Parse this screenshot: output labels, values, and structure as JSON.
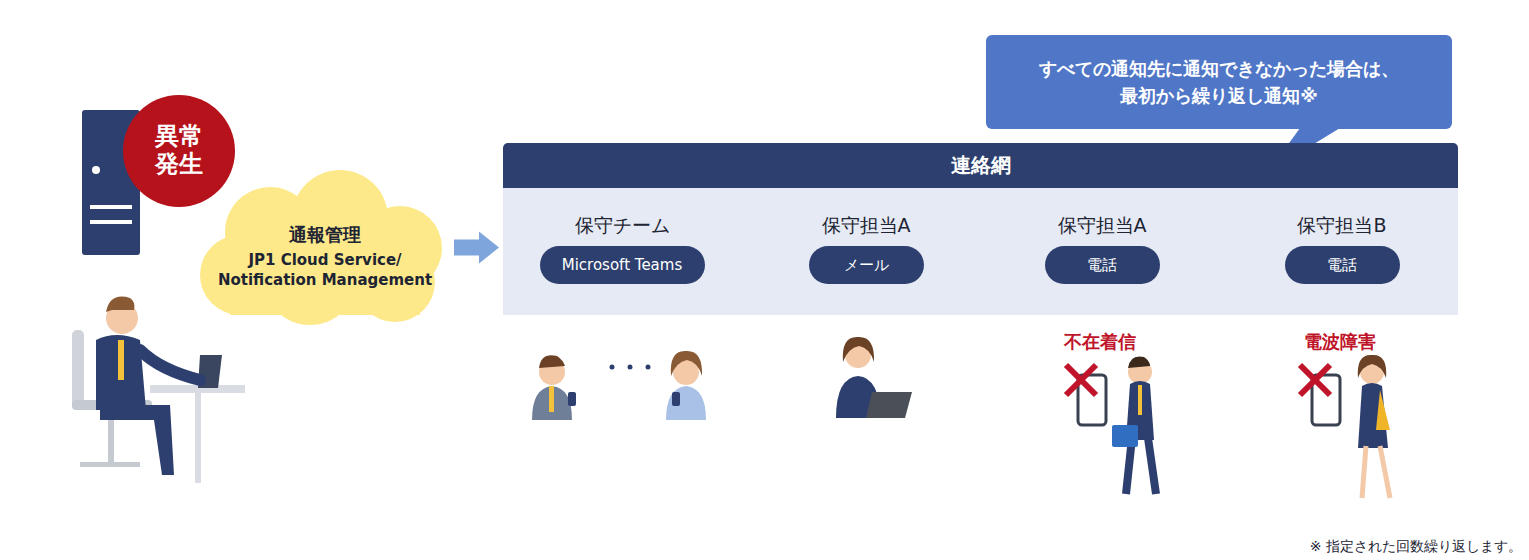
{
  "diagram": {
    "nodes": [
      {
        "text": [
          "異常 発生"
        ]
      },
      {
        "text": [
          "通報管理",
          "JP1 Cloud Service/ Notification Management"
        ]
      },
      {
        "text": [
          "すべての通知先に通知できなかった場合は、 最初から繰り返し通知※"
        ]
      },
      {
        "text": [
          "連絡網"
        ]
      },
      {
        "text": [
          "保守チーム",
          "Microsoft Teams"
        ],
        "in": 3
      },
      {
        "text": [
          "保守担当A",
          "メール"
        ],
        "in": 3
      },
      {
        "text": [
          "保守担当A",
          "電話"
        ],
        "in": 3
      },
      {
        "text": [
          "保守担当B",
          "電話"
        ],
        "in": 3
      }
    ],
    "edges": [
      {
        "from": 1,
        "to": 3,
        "arrow": "to"
      },
      {
        "from": 4,
        "to": 5,
        "arrow": "to"
      },
      {
        "from": 5,
        "to": 6,
        "arrow": "to"
      },
      {
        "from": 6,
        "to": 7,
        "arrow": "to"
      }
    ],
    "labels": [
      "不在着信",
      "電波障害",
      "※ 指定された回数繰り返します。"
    ]
  }
}
